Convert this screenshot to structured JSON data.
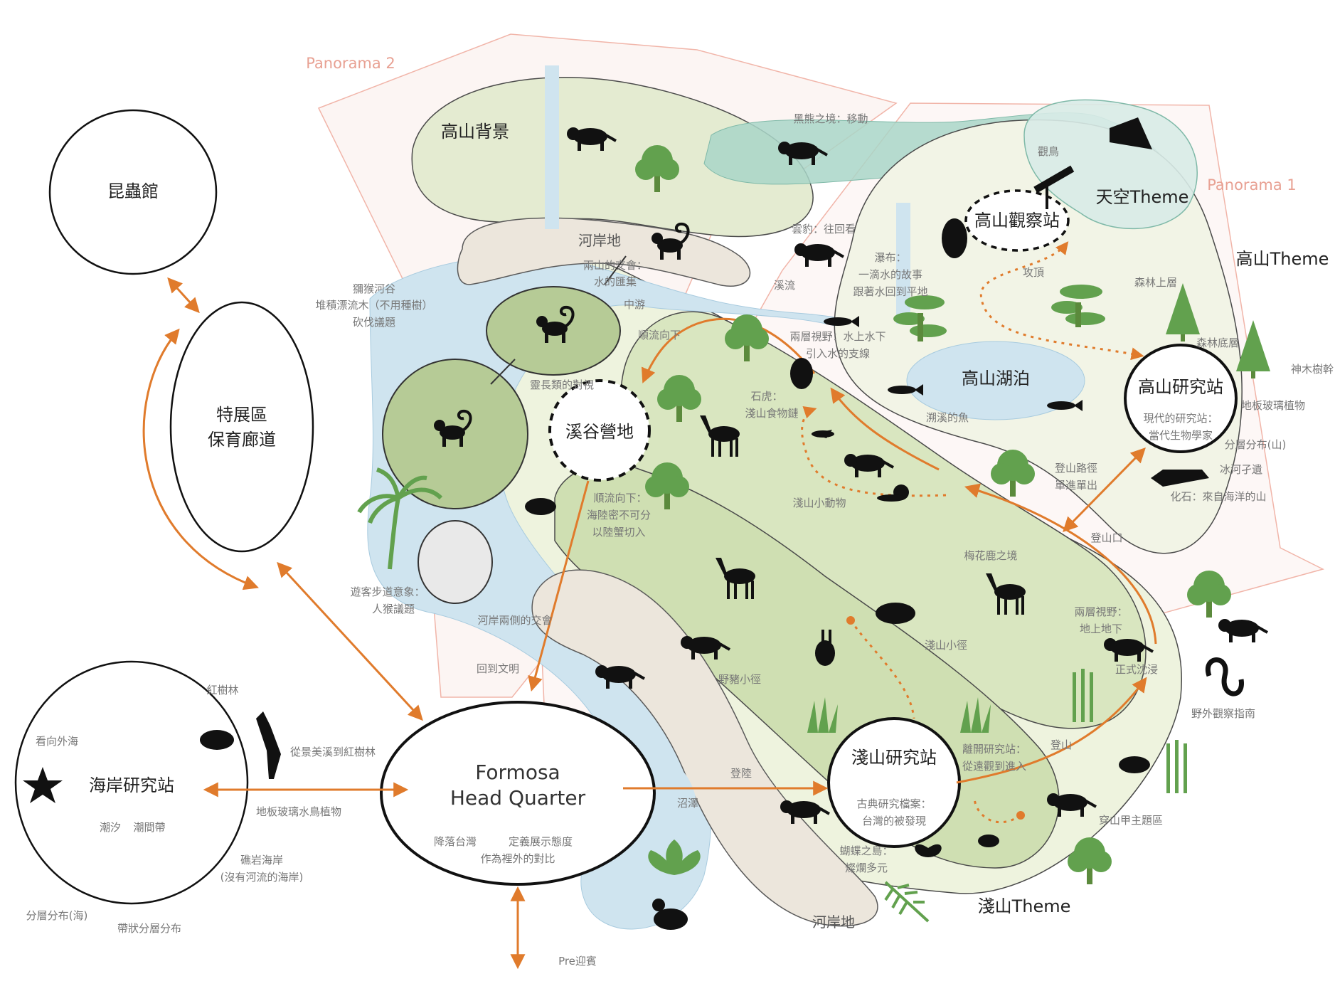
{
  "colors": {
    "orange": "#e07b2c",
    "water": "#cfe4ef",
    "pale_green": "#e9efd7",
    "mid_green": "#c9dca8",
    "dark_green": "#9fbb80",
    "teal": "#a9d6c8",
    "panorama": "#f1b5a9",
    "sand": "#ece6dc"
  },
  "panoramas": {
    "p1": "Panorama 1",
    "p2": "Panorama 2"
  },
  "circles": {
    "insect_hall": "昆蟲館",
    "special_exhibit_1": "特展區",
    "special_exhibit_2": "保育廊道",
    "coastal_station": "海岸研究站",
    "hq_1": "Formosa",
    "hq_2": "Head Quarter",
    "shallow_station": "淺山研究站",
    "high_station": "高山研究站",
    "high_observatory": "高山觀察站",
    "valley_camp": "溪谷營地"
  },
  "themes": {
    "sky": "天空Theme",
    "high": "高山Theme",
    "shallow": "淺山Theme"
  },
  "zones": {
    "high_bg": "高山背景",
    "riverbank_top": "河岸地",
    "riverbank_bottom": "河岸地",
    "high_lake": "高山湖泊"
  },
  "labels": {
    "bear": "黑熊之境：移動",
    "leopard": "雲豹：往回看",
    "monkey_valley_1": "獼猴河谷",
    "monkey_valley_2": "堆積漂流木（不用種樹）",
    "monkey_valley_3": "砍伐議題",
    "two_mountains_1": "兩山的交會：",
    "two_mountains_2": "水的匯集",
    "midstream": "中游",
    "downstream": "順流向下",
    "primate": "靈長類的對視",
    "stream": "溪流",
    "waterfall_1": "瀑布：",
    "waterfall_2": "一滴水的故事",
    "waterfall_3": "跟著水回到平地",
    "two_layer_1": "兩層視野：水上水下",
    "two_layer_2": "引入水的支線",
    "cat_1": "石虎：",
    "cat_2": "淺山食物鏈",
    "fish_up": "溯溪的魚",
    "small_animals": "淺山小動物",
    "sea_land_1": "順流向下：",
    "sea_land_2": "海陸密不可分",
    "sea_land_3": "以陸蟹切入",
    "path_1": "遊客步道意象：",
    "path_2": "人猴議題",
    "both_banks": "河岸兩側的交會",
    "back_civ": "回到文明",
    "mangrove": "紅樹林",
    "look_sea": "看向外海",
    "scenic_to_mangrove": "從景美溪到紅樹林",
    "floor_glass_birds": "地板玻璃水鳥植物",
    "tide_1": "潮汐",
    "tide_2": "潮間帶",
    "reef_1": "礁岩海岸",
    "reef_2": "(沒有河流的海岸)",
    "layer_sea": "分層分布(海)",
    "band_layer": "帶狀分層分布",
    "hq_sub_1": "降落台灣",
    "hq_sub_2": "定義展示態度",
    "hq_sub_3": "作為裡外的對比",
    "pre_welcome": "Pre迎賓",
    "landing": "登陸",
    "marsh": "沼澤",
    "boar_trail": "野豬小徑",
    "shallow_trail": "淺山小徑",
    "sika": "梅花鹿之境",
    "trail_1": "登山路徑",
    "trail_2": "單進單出",
    "trailhead": "登山口",
    "two_view_1": "兩層視野：",
    "two_view_2": "地上地下",
    "immersion": "正式沈浸",
    "leave_1": "離開研究站：",
    "leave_2": "從遠觀到進入",
    "climb": "登山",
    "archive_1": "古典研究檔案：",
    "archive_2": "台灣的被發現",
    "butterfly_1": "蝴蝶之島：",
    "butterfly_2": "燦爛多元",
    "pangolin": "穿山甲主題區",
    "field_guide": "野外觀察指南",
    "bird_watch": "觀鳥",
    "summit": "攻頂",
    "forest_upper": "森林上層",
    "forest_floor": "森林底層",
    "sacred_tree": "神木樹幹",
    "floor_glass_plants": "地板玻璃植物",
    "modern_1": "現代的研究站：",
    "modern_2": "當代生物學家",
    "layer_mountain": "分層分布(山)",
    "glacier": "冰河孑遺",
    "fossil": "化石：來自海洋的山"
  }
}
